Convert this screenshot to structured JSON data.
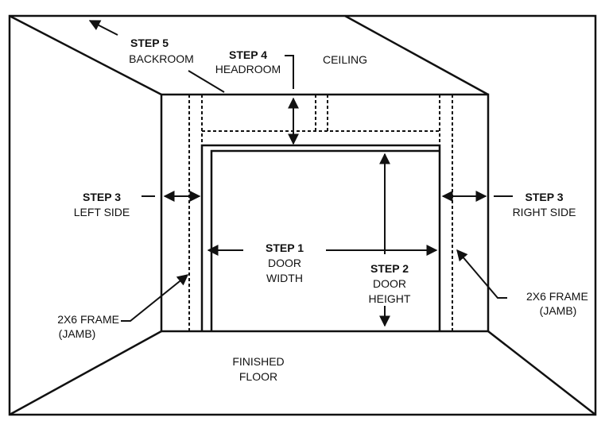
{
  "labels": {
    "step5_title": "STEP 5",
    "step5_text": "BACKROOM",
    "step4_title": "STEP 4",
    "step4_text": "HEADROOM",
    "ceiling": "CEILING",
    "step3_left_title": "STEP 3",
    "step3_left_text": "LEFT SIDE",
    "step3_right_title": "STEP 3",
    "step3_right_text": "RIGHT SIDE",
    "step1_title": "STEP 1",
    "step1_line1": "DOOR",
    "step1_line2": "WIDTH",
    "step2_title": "STEP 2",
    "step2_line1": "DOOR",
    "step2_line2": "HEIGHT",
    "frame_left_line1": "2X6 FRAME",
    "frame_left_line2": "(JAMB)",
    "frame_right_line1": "2X6 FRAME",
    "frame_right_line2": "(JAMB)",
    "floor_line1": "FINISHED",
    "floor_line2": "FLOOR"
  },
  "colors": {
    "ink": "#111111",
    "background": "#ffffff"
  }
}
